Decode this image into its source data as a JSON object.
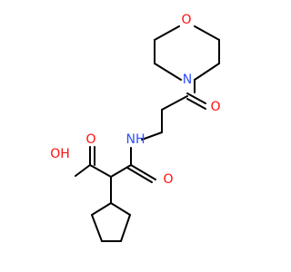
{
  "structure": {
    "atoms": {
      "morpholine_oxygen": "O",
      "morpholine_nitrogen": "N",
      "ketone_oxygen": "O",
      "amide_nitrogen": "NH",
      "hydroxyl": "OH",
      "carboxyl_oxygen": "O",
      "amide_oxygen": "O"
    },
    "colors": {
      "carbon_bonds": "#000000",
      "oxygen": "#ff0d0d",
      "nitrogen": "#3050f8"
    }
  }
}
